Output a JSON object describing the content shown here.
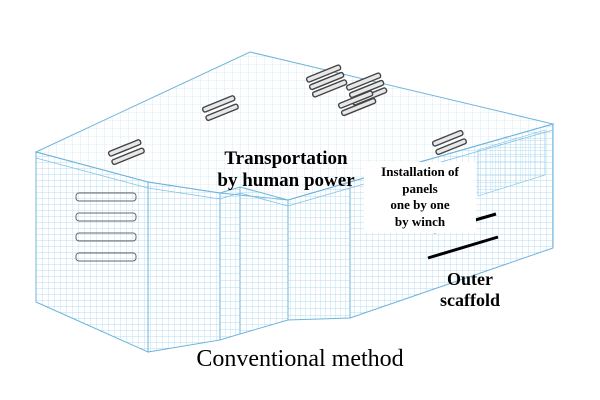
{
  "labels": {
    "transportation": [
      "Transportation",
      "by human power"
    ],
    "installation": [
      "Installation of",
      "panels",
      "one by one",
      "by winch"
    ],
    "scaffold": [
      "Outer",
      "scaffold"
    ]
  },
  "caption": "Conventional method",
  "colors": {
    "grid": "#a8d8f0",
    "grid_dark": "#7cc0e6",
    "outline": "#6fb4dc",
    "material": "#444444",
    "winch_line": "#000000",
    "background": "#ffffff"
  }
}
